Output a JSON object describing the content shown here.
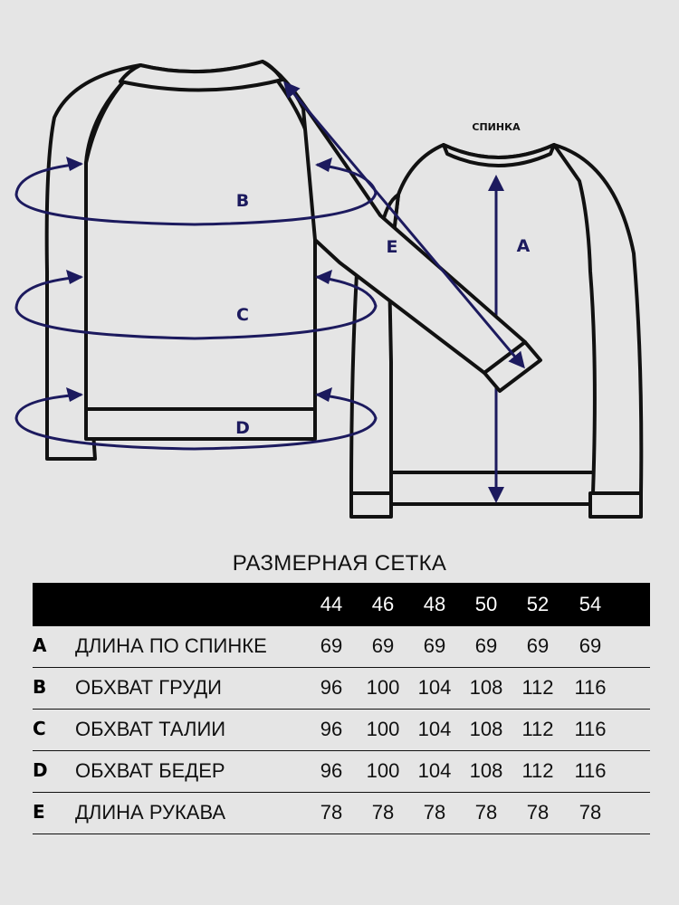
{
  "diagram": {
    "back_label": "СПИНКА",
    "markers": {
      "a": "A",
      "b": "B",
      "c": "C",
      "d": "D",
      "e": "E"
    },
    "colors": {
      "measure": "#1c1a5e",
      "outline": "#111111",
      "background": "#e5e5e5"
    }
  },
  "table": {
    "title": "РАЗМЕРНАЯ СЕТКА",
    "sizes": [
      "44",
      "46",
      "48",
      "50",
      "52",
      "54"
    ],
    "rows": [
      {
        "letter": "A",
        "name": "ДЛИНА ПО СПИНКЕ",
        "values": [
          "69",
          "69",
          "69",
          "69",
          "69",
          "69"
        ]
      },
      {
        "letter": "B",
        "name": "ОБХВАТ ГРУДИ",
        "values": [
          "96",
          "100",
          "104",
          "108",
          "112",
          "116"
        ]
      },
      {
        "letter": "C",
        "name": "ОБХВАТ ТАЛИИ",
        "values": [
          "96",
          "100",
          "104",
          "108",
          "112",
          "116"
        ]
      },
      {
        "letter": "D",
        "name": "ОБХВАТ БЕДЕР",
        "values": [
          "96",
          "100",
          "104",
          "108",
          "112",
          "116"
        ]
      },
      {
        "letter": "E",
        "name": "ДЛИНА РУКАВА",
        "values": [
          "78",
          "78",
          "78",
          "78",
          "78",
          "78"
        ]
      }
    ]
  }
}
